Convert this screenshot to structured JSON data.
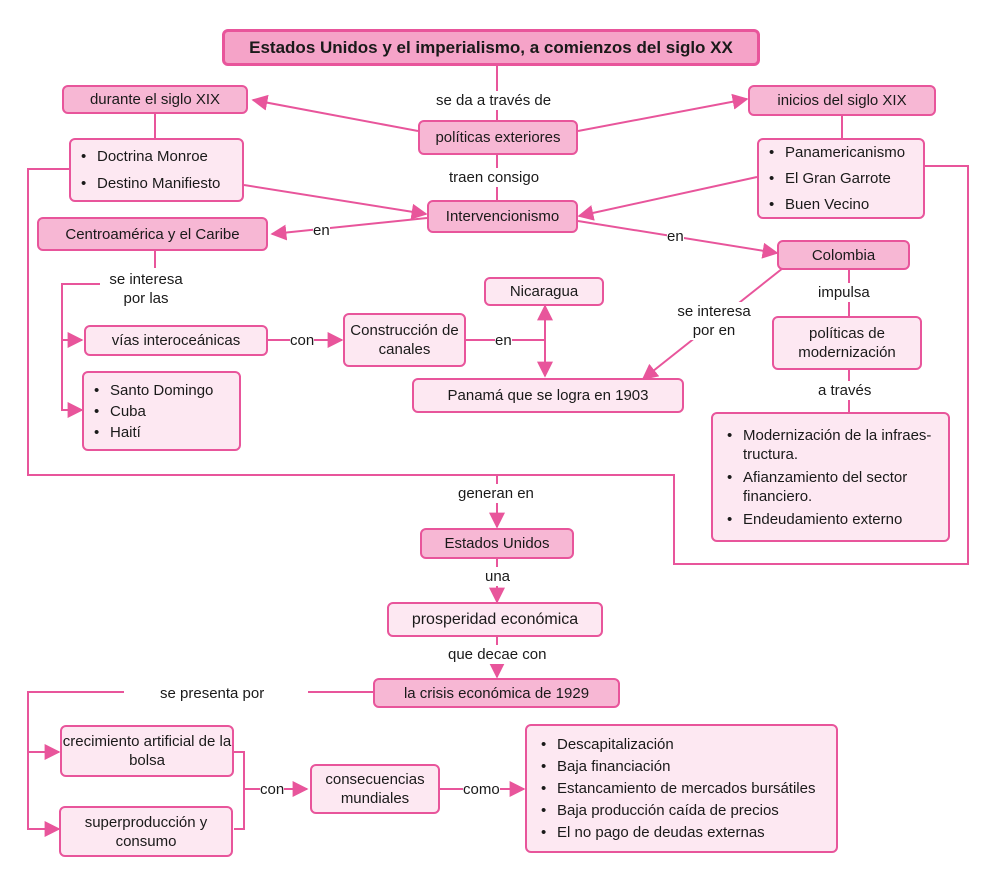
{
  "diagram": {
    "title": "Estados Unidos y el imperialismo, a comienzos del siglo XX",
    "nodes": {
      "durante_siglo_xix": "durante el siglo XIX",
      "inicios_siglo_xix": "inicios del siglo XIX",
      "politicas_exteriores": "políticas exteriores",
      "intervencionismo": "Intervencionismo",
      "centroamerica": "Centroamérica y el Caribe",
      "colombia": "Colombia",
      "nicaragua": "Nicaragua",
      "vias": "vías interoceánicas",
      "construccion": "Construcción de canales",
      "panama": "Panamá que se logra en 1903",
      "politicas_modernizacion": "políticas de modernización",
      "estados_unidos": "Estados Unidos",
      "prosperidad": "prosperidad económica",
      "crisis": "la crisis económica de 1929",
      "crecimiento": "crecimiento artificial de la bolsa",
      "superproduccion": "superproducción y consumo",
      "consecuencias": "consecuencias mundiales"
    },
    "lists": {
      "siglo_xix": [
        "Doctrina Monroe",
        "Destino Manifiesto"
      ],
      "inicios_xx": [
        "Panamericanismo",
        "El Gran Garrote",
        "Buen Vecino"
      ],
      "paises": [
        "Santo Domingo",
        "Cuba",
        "Haití"
      ],
      "modernizacion": [
        "Modernización de la infraes-tructura.",
        "Afianzamiento del sector financiero.",
        "Endeudamiento externo"
      ],
      "consecuencias": [
        "Descapitalización",
        "Baja financiación",
        "Estancamiento de mercados bursátiles",
        "Baja producción caída de precios",
        "El no pago de deudas externas"
      ]
    },
    "labels": {
      "se_da": "se da a través de",
      "traen": "traen consigo",
      "en_left": "en",
      "en_right": "en",
      "se_interesa_left": "se interesa por las",
      "con_1": "con",
      "en_canales": "en",
      "se_interesa_right": "se interesa por en",
      "impulsa": "impulsa",
      "a_traves": "a través",
      "generan": "generan en",
      "una": "una",
      "que_decae": "que decae con",
      "se_presenta": "se presenta por",
      "con_2": "con",
      "como": "como"
    },
    "colors": {
      "border": "#e8559b",
      "fill_light": "#fde8f2",
      "fill_dark": "#f7b7d4",
      "title_fill": "#f5a3c8"
    }
  }
}
